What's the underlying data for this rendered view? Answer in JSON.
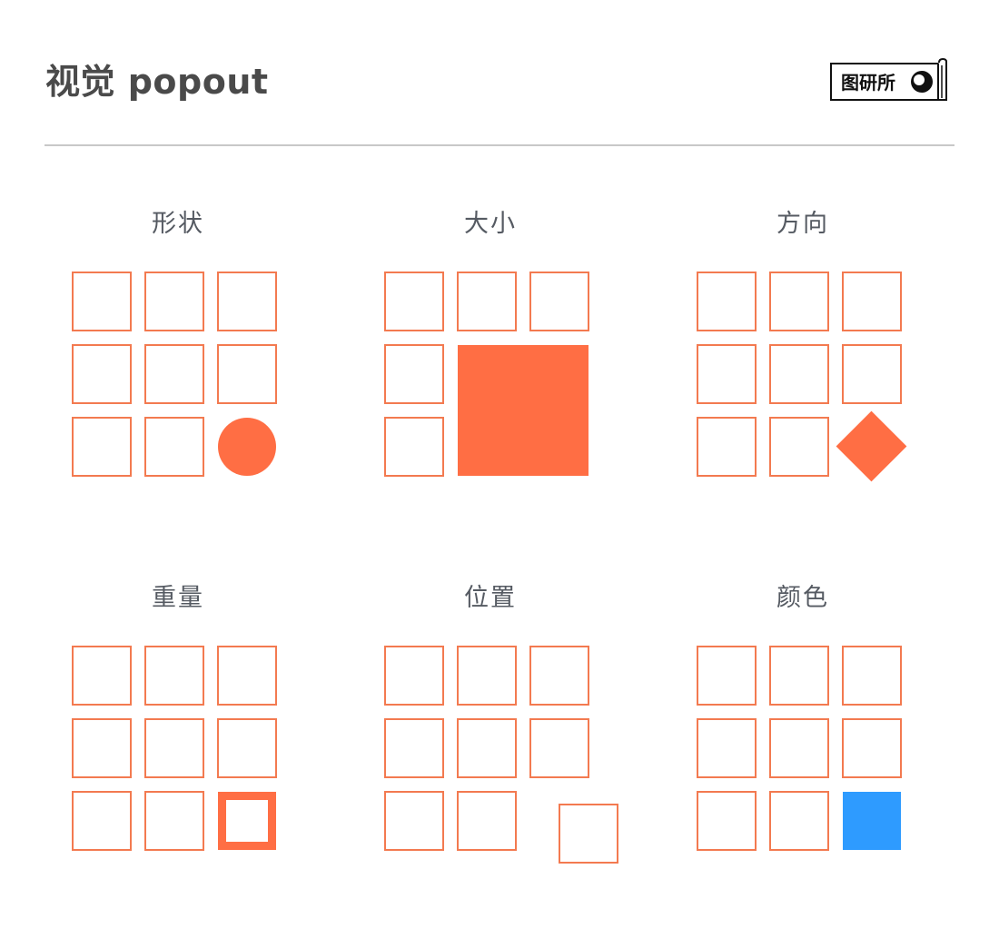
{
  "header": {
    "title": "视觉 popout",
    "logo_text": "图研所"
  },
  "colors": {
    "accent": "#ff6e44",
    "outline": "#f37a50",
    "popout_blue": "#2e9bff",
    "divider": "#c8c8c8",
    "title_text": "#4a4a4a",
    "label_text": "#555a62"
  },
  "panels": [
    {
      "id": "shape",
      "label": "形状",
      "target": "orange circle"
    },
    {
      "id": "size",
      "label": "大小",
      "target": "large orange square"
    },
    {
      "id": "orientation",
      "label": "方向",
      "target": "rotated orange square"
    },
    {
      "id": "weight",
      "label": "重量",
      "target": "thick-outline square"
    },
    {
      "id": "position",
      "label": "位置",
      "target": "offset square"
    },
    {
      "id": "color",
      "label": "颜色",
      "target": "blue square"
    }
  ]
}
